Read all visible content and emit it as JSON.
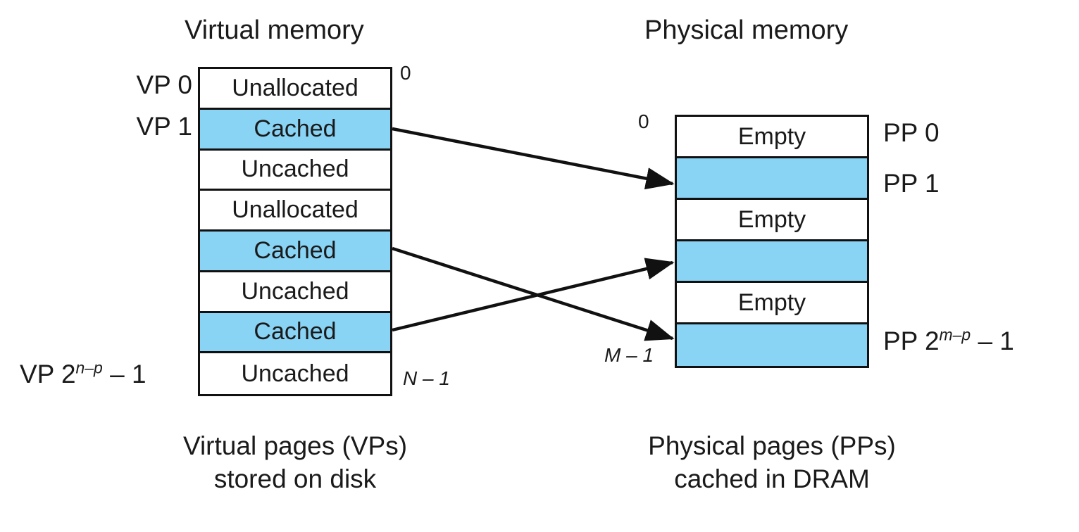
{
  "titles": {
    "virtual": "Virtual memory",
    "physical": "Physical memory"
  },
  "virtual_memory": {
    "index_top": "0",
    "index_bottom_prefix": "N",
    "index_bottom": "N – 1",
    "rows": [
      {
        "label": "Unallocated",
        "state": "unallocated",
        "side_label": "VP 0"
      },
      {
        "label": "Cached",
        "state": "cached",
        "side_label": "VP 1"
      },
      {
        "label": "Uncached",
        "state": "uncached",
        "side_label": ""
      },
      {
        "label": "Unallocated",
        "state": "unallocated",
        "side_label": ""
      },
      {
        "label": "Cached",
        "state": "cached",
        "side_label": ""
      },
      {
        "label": "Uncached",
        "state": "uncached",
        "side_label": ""
      },
      {
        "label": "Cached",
        "state": "cached",
        "side_label": ""
      },
      {
        "label": "Uncached",
        "state": "uncached",
        "side_label": "VP 2^{n-p} - 1"
      }
    ],
    "last_page_label": {
      "base": "VP 2",
      "sup": "n–p",
      "tail": " – 1"
    },
    "caption_line1": "Virtual pages (VPs)",
    "caption_line2": "stored on disk"
  },
  "physical_memory": {
    "index_top": "0",
    "index_bottom": "M – 1",
    "rows": [
      {
        "label": "Empty",
        "state": "empty",
        "side_label": "PP 0"
      },
      {
        "label": "",
        "state": "cached",
        "side_label": "PP 1"
      },
      {
        "label": "Empty",
        "state": "empty",
        "side_label": ""
      },
      {
        "label": "",
        "state": "cached",
        "side_label": ""
      },
      {
        "label": "Empty",
        "state": "empty",
        "side_label": ""
      },
      {
        "label": "",
        "state": "cached",
        "side_label": "PP 2^{m-p} - 1"
      }
    ],
    "last_page_label": {
      "base": "PP 2",
      "sup": "m–p",
      "tail": " – 1"
    },
    "caption_line1": "Physical pages (PPs)",
    "caption_line2": "cached in DRAM"
  },
  "mappings": [
    {
      "from_row": 1,
      "to_row": 1
    },
    {
      "from_row": 4,
      "to_row": 5
    },
    {
      "from_row": 6,
      "to_row": 3
    }
  ],
  "colors": {
    "cached_fill": "#89D3F5",
    "border": "#111111",
    "text": "#1a1a1a",
    "background": "#ffffff"
  }
}
